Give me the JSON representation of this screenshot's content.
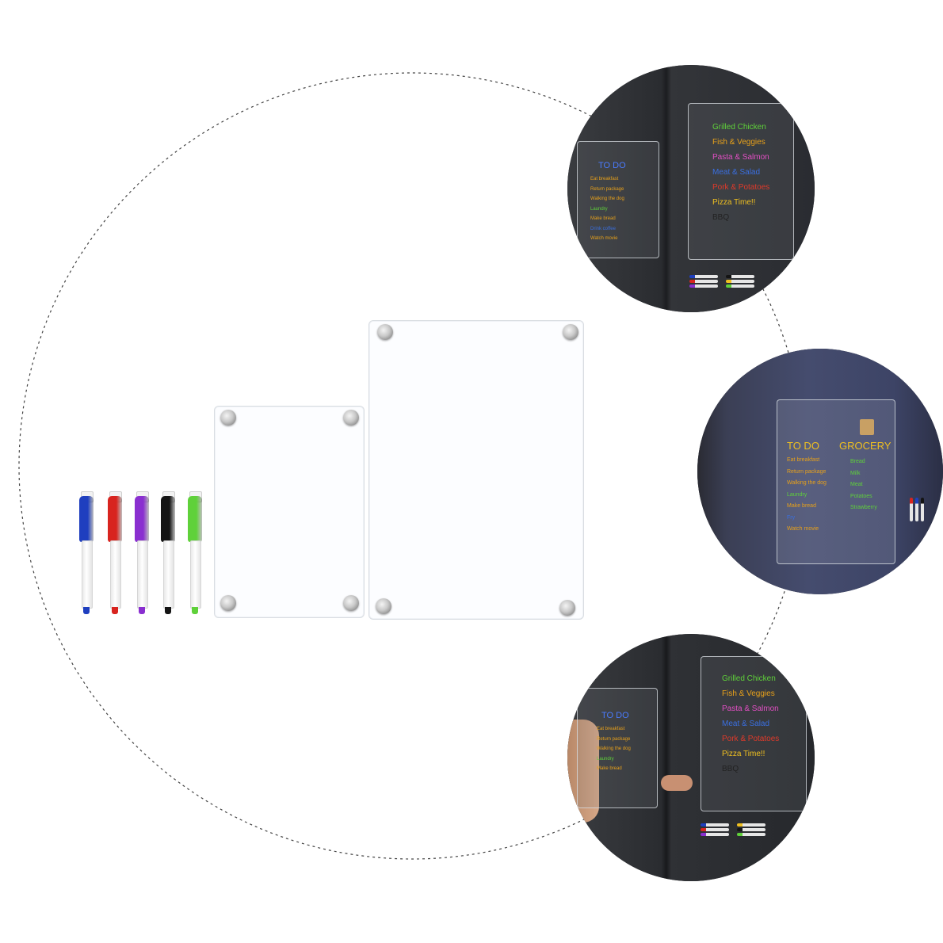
{
  "colors": {
    "marker_blue": "#1f3fbf",
    "marker_red": "#d8241f",
    "marker_purple": "#8a2fd0",
    "marker_black": "#141414",
    "marker_green": "#5fd13a",
    "list_green": "#5fd13a",
    "list_orange": "#e8a11a",
    "list_pink": "#e24fc3",
    "list_blue": "#3a6fe0",
    "list_red": "#e03a2a",
    "list_yellow": "#f0c020",
    "list_dark": "#222222",
    "todo_blue": "#4a7bff"
  },
  "markers": [
    {
      "color": "marker_blue"
    },
    {
      "color": "marker_red"
    },
    {
      "color": "marker_purple"
    },
    {
      "color": "marker_black"
    },
    {
      "color": "marker_green"
    }
  ],
  "photo_top": {
    "todo_title": "TO DO",
    "todo_items": [
      "Eat breakfast",
      "Return package",
      "Walking the dog",
      "Laundry",
      "Make bread",
      "Drink coffee",
      "Watch movie"
    ],
    "menu_items": [
      "Grilled Chicken",
      "Fish & Veggies",
      "Pasta & Salmon",
      "Meat & Salad",
      "Pork & Potatoes",
      "Pizza Time!!",
      "BBQ"
    ]
  },
  "photo_middle": {
    "todo_title": "TO DO",
    "grocery_title": "GROCERY",
    "todo_items": [
      "Eat breakfast",
      "Return package",
      "Walking the dog",
      "Laundry",
      "Make bread",
      "Fry",
      "Watch movie"
    ],
    "grocery_items": [
      "Bread",
      "Milk",
      "Meat",
      "Potatoes",
      "Strawberry"
    ]
  },
  "photo_bottom": {
    "todo_title": "TO DO",
    "todo_items": [
      "Eat breakfast",
      "Return package",
      "Walking the dog",
      "Laundry",
      "Make bread"
    ],
    "menu_items": [
      "Grilled Chicken",
      "Fish & Veggies",
      "Pasta & Salmon",
      "Meat & Salad",
      "Pork & Potatoes",
      "Pizza Time!!",
      "BBQ"
    ]
  }
}
